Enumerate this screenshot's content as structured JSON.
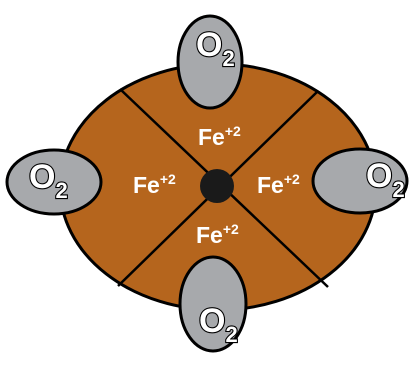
{
  "colors": {
    "hemoglobin_fill": "#b5651d",
    "oxygen_fill": "#a7a9ac",
    "outline": "#000000",
    "center_dot": "#1a1a1a",
    "o2_text_fill": "#ffffff",
    "fe_text_fill": "#ffffff"
  },
  "iron_atoms": [
    {
      "symbol": "Fe",
      "charge": "+2"
    },
    {
      "symbol": "Fe",
      "charge": "+2"
    },
    {
      "symbol": "Fe",
      "charge": "+2"
    },
    {
      "symbol": "Fe",
      "charge": "+2"
    }
  ],
  "oxygen_molecules": [
    {
      "symbol": "O",
      "subscript": "2"
    },
    {
      "symbol": "O",
      "subscript": "2"
    },
    {
      "symbol": "O",
      "subscript": "2"
    },
    {
      "symbol": "O",
      "subscript": "2"
    }
  ]
}
